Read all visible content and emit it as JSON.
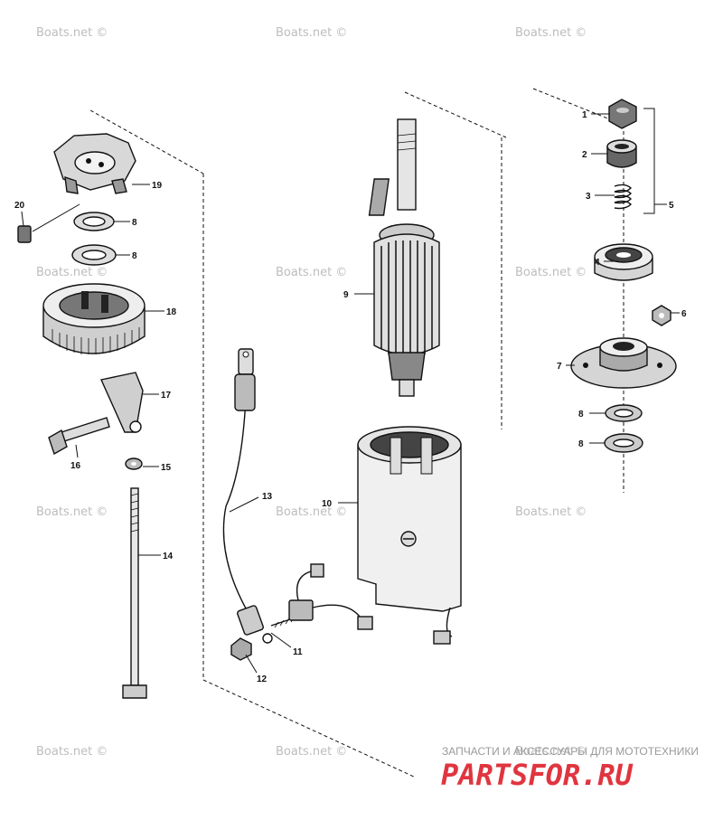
{
  "watermark_text": "Boats.net ©",
  "callouts": {
    "c1": "1",
    "c2": "2",
    "c3": "3",
    "c4": "4",
    "c5": "5",
    "c6": "6",
    "c7": "7",
    "c8a": "8",
    "c8b": "8",
    "c8c": "8",
    "c8d": "8",
    "c9": "9",
    "c10": "10",
    "c11": "11",
    "c12": "12",
    "c13": "13",
    "c14": "14",
    "c15": "15",
    "c16": "16",
    "c17": "17",
    "c18": "18",
    "c19": "19",
    "c20": "20"
  },
  "brand": {
    "subtitle": "ЗАПЧАСТИ И АКСЕССУАРЫ ДЛЯ МОТОТЕХНИКИ",
    "logo": "PARTSFOR.RU",
    "logo_color": "#e0353f"
  }
}
